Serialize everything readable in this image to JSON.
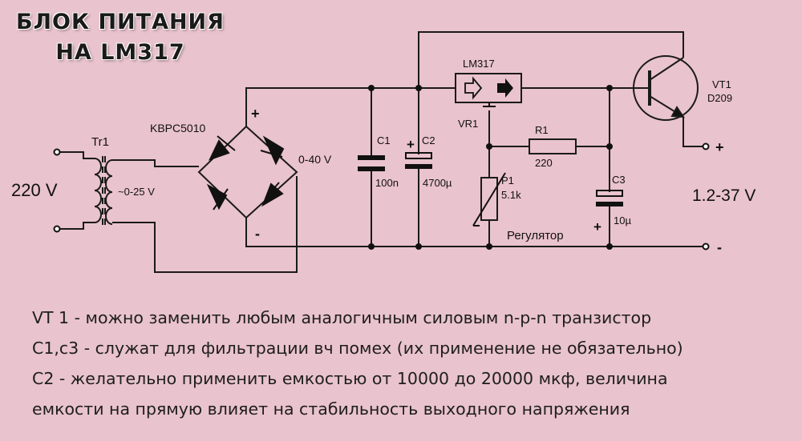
{
  "title": {
    "line1": "БЛОК ПИТАНИЯ",
    "line2": "НА LM317"
  },
  "labels": {
    "mains": "220 V",
    "transformer": "Tr1",
    "secondary": "~0-25 V",
    "bridge": "KBPC5010",
    "bridge_plus": "+",
    "bridge_minus": "-",
    "rectified": "0-40 V",
    "c1_name": "C1",
    "c1_value": "100n",
    "c2_name": "C2",
    "c2_value": "4700µ",
    "c2_plus": "+",
    "reg_name": "LM317",
    "reg_ref": "VR1",
    "r1_name": "R1",
    "r1_value": "220",
    "p1_name": "P1",
    "p1_value": "5.1k",
    "p1_caption": "Регулятор",
    "c3_name": "C3",
    "c3_value": "10µ",
    "c3_plus": "+",
    "vt1_name": "VT1",
    "vt1_type": "D209",
    "out_plus": "+",
    "out_minus": "-",
    "output": "1.2-37 V"
  },
  "notes": [
    "VT 1 - можно заменить любым аналогичным силовым n-p-n транзистор",
    "C1,c3 - служат для фильтрации вч помех (их применение не обязательно)",
    "C2 - желательно применить емкостью от 10000 до 20000 мкф, величина",
    "емкости на прямую влияет на стабильность выходного напряжения"
  ]
}
